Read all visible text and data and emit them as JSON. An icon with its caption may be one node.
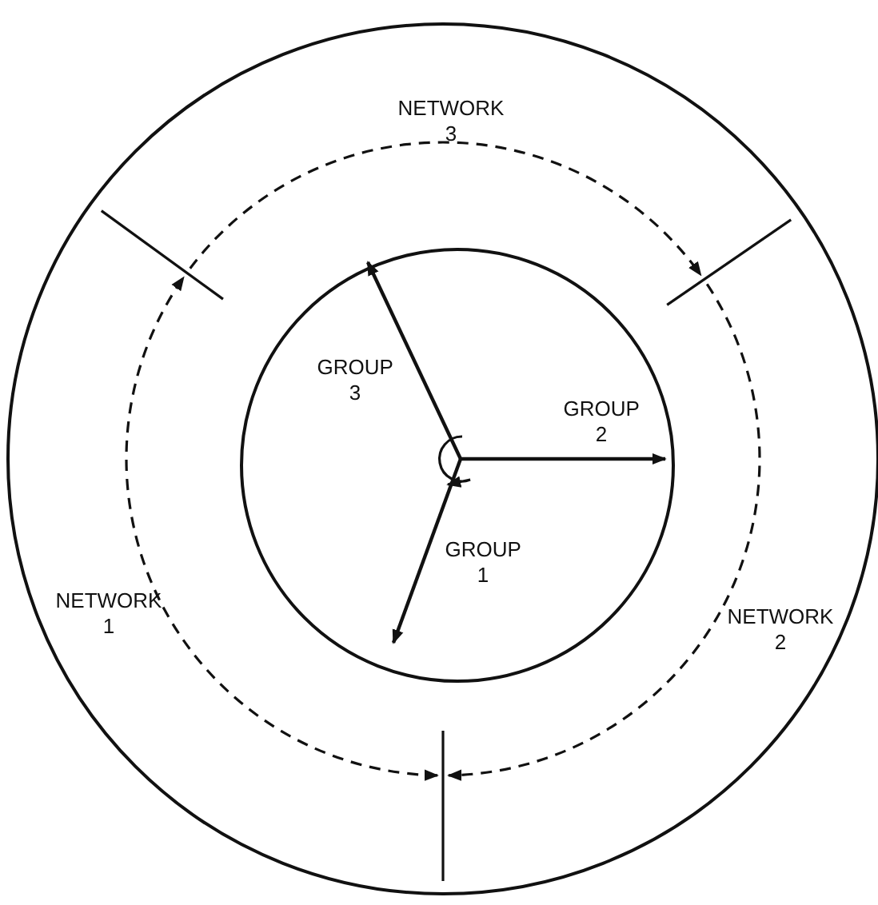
{
  "diagram": {
    "nodes": [
      {
        "text": [],
        "shape": "circle"
      },
      {
        "text": [],
        "shape": "circle",
        "in": 0
      }
    ],
    "labels": [
      "NETWORK 3",
      "GROUP 3",
      "GROUP 2",
      "GROUP 1",
      "NETWORK 1",
      "NETWORK 2"
    ]
  }
}
